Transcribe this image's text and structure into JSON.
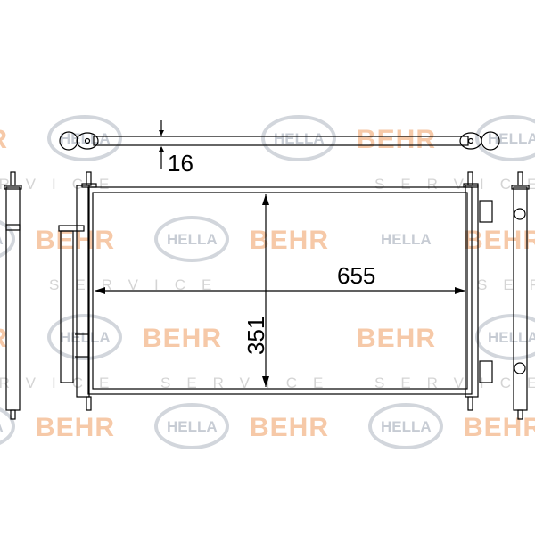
{
  "watermark": {
    "brand1": "BEHR",
    "brand2": "HELLA",
    "service": "SERVICE"
  },
  "dimensions": {
    "thickness": "16",
    "width": "655",
    "height": "351"
  }
}
